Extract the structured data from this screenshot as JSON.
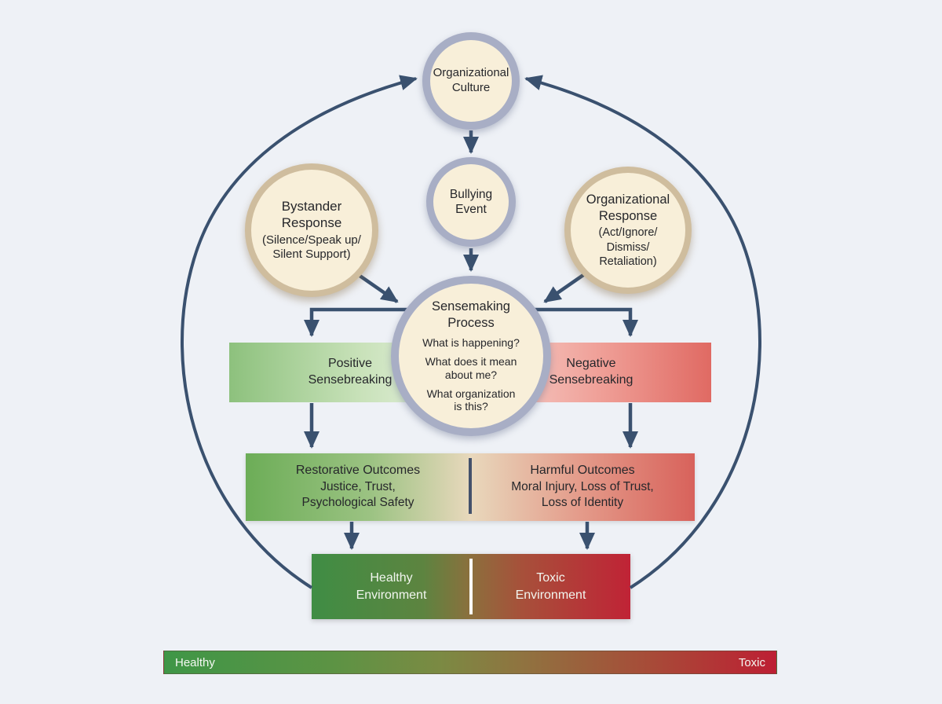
{
  "diagram": {
    "nodes": {
      "organizational_culture": {
        "label": "Organizational\nCulture"
      },
      "bullying_event": {
        "label": "Bullying\nEvent"
      },
      "bystander_response": {
        "title": "Bystander\nResponse",
        "subtitle": "(Silence/Speak up/\nSilent Support)"
      },
      "organizational_response": {
        "title": "Organizational\nResponse",
        "subtitle": "(Act/Ignore/\nDismiss/\nRetaliation)"
      },
      "sensemaking": {
        "title": "Sensemaking\nProcess",
        "questions": [
          "What is happening?",
          "What does it mean\nabout me?",
          "What organization\nis this?"
        ]
      }
    },
    "bars": {
      "positive_sensebreaking": {
        "label": "Positive\nSensebreaking"
      },
      "negative_sensebreaking": {
        "label": "Negative\nSensebreaking"
      },
      "restorative_outcomes": {
        "title": "Restorative Outcomes",
        "subtitle": "Justice, Trust,\nPsychological Safety"
      },
      "harmful_outcomes": {
        "title": "Harmful Outcomes",
        "subtitle": "Moral Injury, Loss of Trust,\nLoss of Identity"
      },
      "healthy_environment": {
        "label": "Healthy\nEnvironment"
      },
      "toxic_environment": {
        "label": "Toxic\nEnvironment"
      }
    },
    "scale": {
      "left_label": "Healthy",
      "right_label": "Toxic"
    },
    "colors": {
      "background": "#eef1f6",
      "arrow": "#3a516f",
      "circle_fill": "#f8efd9",
      "ring_blue": "#a8aec5",
      "ring_tan": "#cfbd9e",
      "positive_green_start": "#8dc17d",
      "positive_green_end": "#edf4e8",
      "negative_red_start": "#f8d8d2",
      "negative_red_end": "#e06a63",
      "outcomes_green": "#6cad57",
      "outcomes_tan": "#e8d8bc",
      "outcomes_red": "#d8625b",
      "env_green": "#3f8d44",
      "env_brown": "#8c6f3d",
      "env_red": "#c02336",
      "scale_green": "#3f9647",
      "scale_red": "#bd1f33"
    }
  }
}
